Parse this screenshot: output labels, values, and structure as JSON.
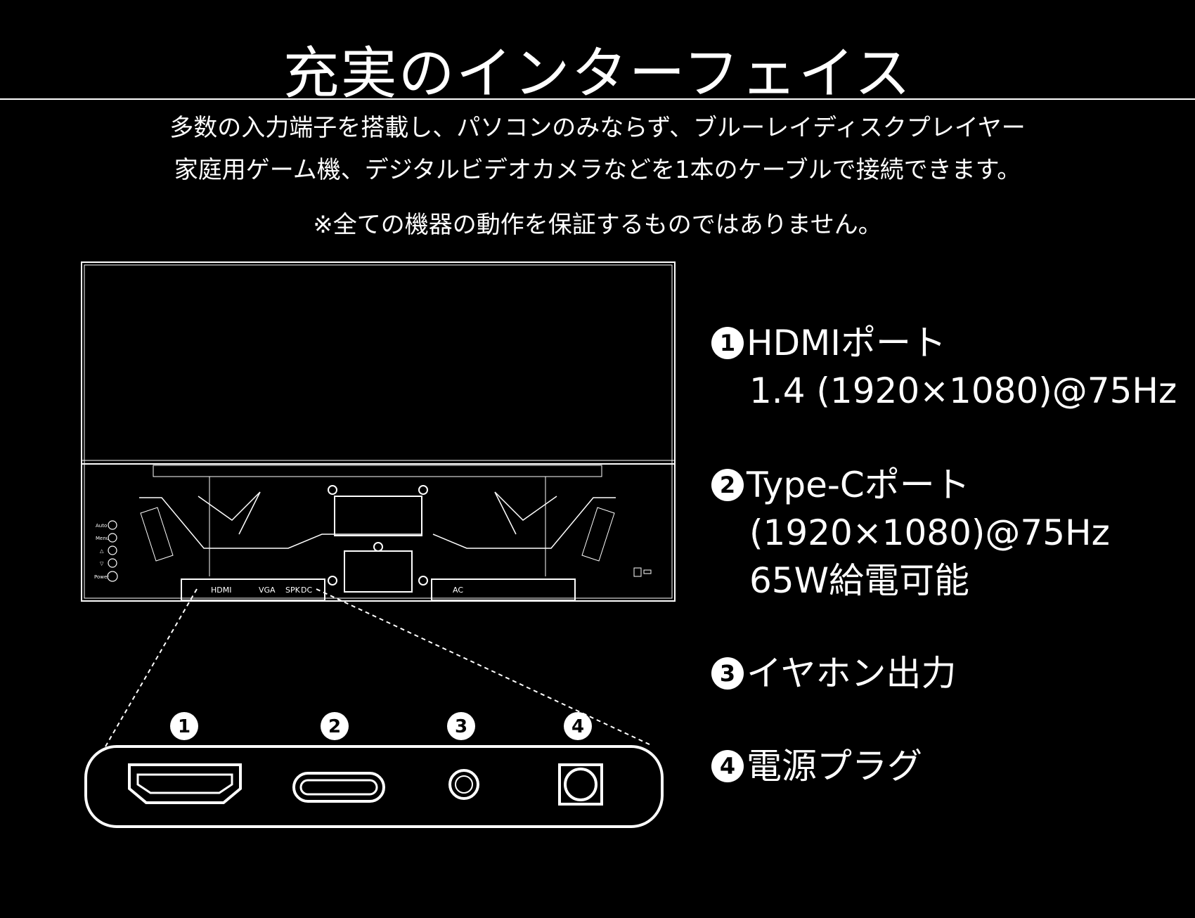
{
  "title": "充実のインターフェイス",
  "description": [
    "多数の入力端子を搭載し、パソコンのみならず、ブルーレイディスクプレイヤー",
    "家庭用ゲーム機、デジタルビデオカメラなどを1本のケーブルで接続できます。"
  ],
  "note": "※全ての機器の動作を保証するものではありません。",
  "monitor_labels": {
    "buttons": [
      "Auto",
      "Menu",
      "△",
      "▽",
      "Power"
    ],
    "ports": [
      "HDMI",
      "VGA",
      "SPK",
      "DC"
    ],
    "ac": "AC"
  },
  "port_numbers": [
    "1",
    "2",
    "3",
    "4"
  ],
  "specs": [
    {
      "num": "1",
      "name": "HDMIポート",
      "details": [
        "1.4 (1920×1080)@75Hz"
      ]
    },
    {
      "num": "2",
      "name": "Type-Cポート",
      "details": [
        "(1920×1080)@75Hz",
        "65W給電可能"
      ]
    },
    {
      "num": "3",
      "name": "イヤホン出力",
      "details": []
    },
    {
      "num": "4",
      "name": "電源プラグ",
      "details": []
    }
  ]
}
